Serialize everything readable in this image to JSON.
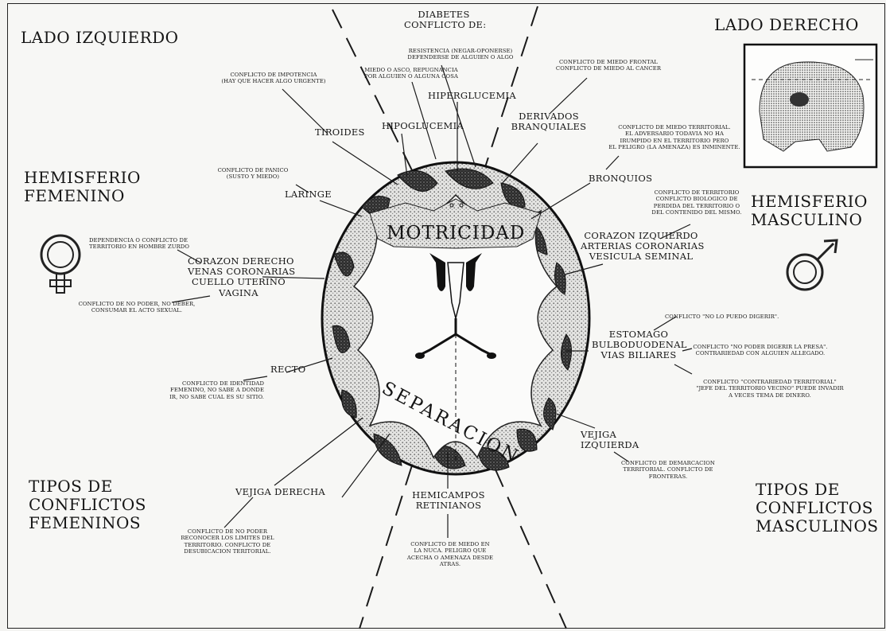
{
  "corners": {
    "top_left": "LADO IZQUIERDO",
    "top_right": "LADO DERECHO",
    "left_hemisphere": [
      "HEMISFERIO",
      "FEMENINO"
    ],
    "right_hemisphere": [
      "HEMISFERIO",
      "MASCULINO"
    ],
    "bottom_left": [
      "TIPOS DE",
      "CONFLICTOS",
      "FEMENINOS"
    ],
    "bottom_right": [
      "TIPOS DE",
      "CONFLICTOS",
      "MASCULINOS"
    ]
  },
  "center": {
    "motricidad": "MOTRICIDAD",
    "separacion": "SEPARACION"
  },
  "diabetes": {
    "title": [
      "DIABETES",
      "CONFLICTO DE:"
    ],
    "resistencia": [
      "RESISTENCIA (NEGAR-OPONERSE)",
      "DEFENDERSE DE ALGUIEN O ALGO"
    ],
    "asco": [
      "MIEDO O ASCO, REPUGNANCIA",
      "POR ALGUIEN O ALGUNA COSA"
    ],
    "hiperglucemia": "HIPERGLUCEMIA",
    "hipoglucemia": "HIPOGLUCEMIA"
  },
  "left_side": {
    "impotencia": [
      "CONFLICTO DE IMPOTENCIA",
      "(HAY QUE HACER ALGO URGENTE)"
    ],
    "tiroides": "TIROIDES",
    "panico": [
      "CONFLICTO DE PANICO",
      "(SUSTO Y MIEDO)"
    ],
    "laringe": "LARINGE",
    "dependencia": [
      "DEPENDENCIA O CONFLICTO DE",
      "TERRITORIO EN HOMBRE ZURDO"
    ],
    "corazon_derecho": [
      "CORAZON DERECHO",
      "VENAS CORONARIAS",
      "CUELLO UTERINO",
      "VAGINA"
    ],
    "no_poder": [
      "CONFLICTO DE NO PODER, NO DEBER,",
      "CONSUMAR EL ACTO SEXUAL."
    ],
    "recto": "RECTO",
    "identidad": [
      "CONFLICTO DE IDENTIDAD",
      "FEMENINO, NO SABE A DONDE",
      "IR, NO SABE CUAL ES SU SITIO."
    ],
    "vejiga_derecha": "VEJIGA DERECHA",
    "limites": [
      "CONFLICTO DE NO PODER",
      "RECONOCER LOS LIMITES DEL",
      "TERRITORIO. CONFLICTO DE",
      "DESUBICACION TERITORIAL."
    ]
  },
  "right_side": {
    "miedo_frontal": [
      "CONFLICTO DE MIEDO FRONTAL",
      "CONFLICTO DE MIEDO AL CANCER"
    ],
    "derivados": [
      "DERIVADOS",
      "BRANQUIALES"
    ],
    "miedo_territorial": [
      "CONFLICTO DE MIEDO TERRITORIAL.",
      "EL ADVERSARIO TODAVIA NO HA",
      "IRUMPIDO EN EL TERRITORIO PERO",
      "EL PELIGRO (LA AMENAZA) ES INMINENTE."
    ],
    "bronquios": "BRONQUIOS",
    "territorio": [
      "CONFLICTO DE TERRITORIO",
      "CONFLICTO BIOLOGICO DE",
      "PERDIDA DEL TERRITORIO O",
      "DEL CONTENIDO DEL MISMO."
    ],
    "corazon_izquierdo": [
      "CORAZON IZQUIERDO",
      "ARTERIAS CORONARIAS",
      "VESICULA SEMINAL"
    ],
    "no_digerir": "CONFLICTO \"NO LO PUEDO DIGERIR\".",
    "estomago": [
      "ESTOMAGO",
      "BULBODUODENAL",
      "VIAS BILIARES"
    ],
    "presa": [
      "CONFLICTO \"NO PODER DIGERIR LA PRESA\".",
      "CONTRARIEDAD CON ALGUIEN ALLEGADO."
    ],
    "contrariedad": [
      "CONFLICTO \"CONTRARIEDAD TERRITORIAL\"",
      "\"JEFE DEL TERRITORIO VECINO\" PUEDE INVADIR",
      "A VECES TEMA DE DINERO."
    ],
    "vejiga_izquierda": [
      "VEJIGA",
      "IZQUIERDA"
    ],
    "demarcacion": [
      "CONFLICTO DE DEMARCACION",
      "TERRITORIAL. CONFLICTO DE",
      "FRONTERAS."
    ]
  },
  "bottom": {
    "hemicampos": [
      "HEMICAMPOS",
      "RETINIANOS"
    ],
    "nuca": [
      "CONFLICTO DE MIEDO EN",
      "LA NUCA. PELIGRO QUE",
      "ACECHA O AMENAZA DESDE",
      "ATRAS."
    ]
  },
  "icons": [
    "female-symbol-icon",
    "male-symbol-icon",
    "skull-illustration"
  ],
  "colors": {
    "ink": "#151515",
    "paper": "#f7f7f5",
    "stipple": "#8a8a8a"
  }
}
